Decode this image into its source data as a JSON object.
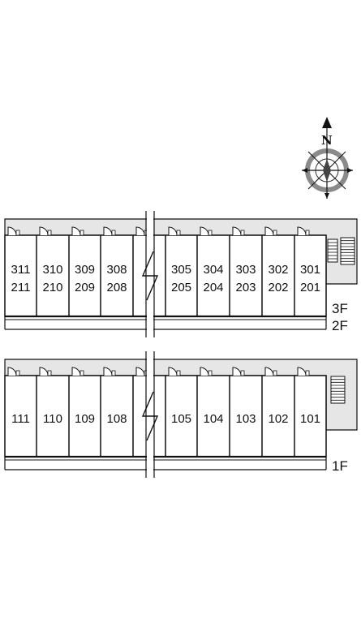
{
  "compass": {
    "north_label": "N",
    "icon": "compass-icon"
  },
  "buildings": [
    {
      "id": "upper",
      "floor_labels": [
        "3F",
        "2F"
      ],
      "units_left": [
        {
          "top": "311",
          "bottom": "211"
        },
        {
          "top": "310",
          "bottom": "210"
        },
        {
          "top": "309",
          "bottom": "209"
        },
        {
          "top": "308",
          "bottom": "208"
        },
        {
          "top": "",
          "bottom": ""
        }
      ],
      "units_right": [
        {
          "top": "305",
          "bottom": "205"
        },
        {
          "top": "304",
          "bottom": "204"
        },
        {
          "top": "303",
          "bottom": "203"
        },
        {
          "top": "302",
          "bottom": "202"
        },
        {
          "top": "301",
          "bottom": "201"
        }
      ]
    },
    {
      "id": "lower",
      "floor_labels": [
        "1F"
      ],
      "units_left": [
        {
          "top": "111"
        },
        {
          "top": "110"
        },
        {
          "top": "109"
        },
        {
          "top": "108"
        },
        {
          "top": ""
        }
      ],
      "units_right": [
        {
          "top": "105"
        },
        {
          "top": "104"
        },
        {
          "top": "103"
        },
        {
          "top": "102"
        },
        {
          "top": "101"
        }
      ]
    }
  ],
  "colors": {
    "corridor": "#e6e6e6",
    "line": "#111111",
    "compass_ring": "#8a8a8a"
  }
}
